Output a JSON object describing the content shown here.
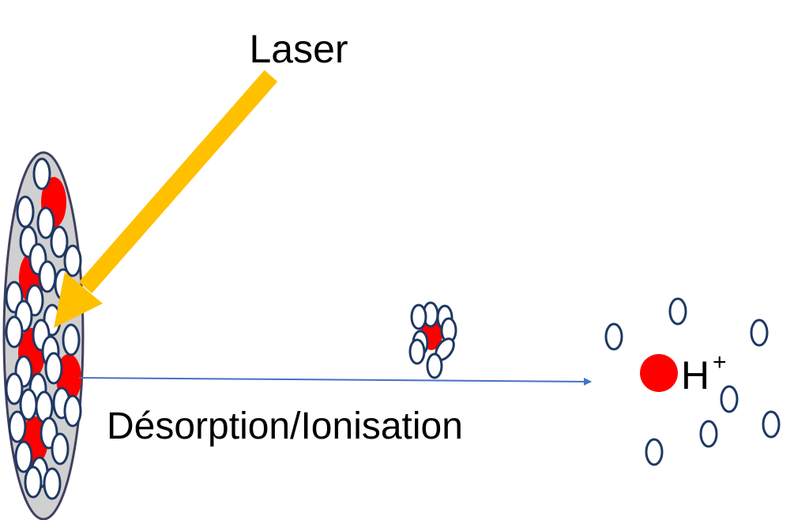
{
  "labels": {
    "laser": "Laser",
    "process": "Désorption/Ionisation",
    "ion": "H",
    "ion_charge": "+"
  },
  "colors": {
    "analyte": "#ff0000",
    "matrix_fill": "#ffffff",
    "matrix_stroke": "#1f3864",
    "plate_fill": "#d0d0d0",
    "plate_stroke": "#404060",
    "laser": "#ffc000",
    "flight_arrow": "#4472c4"
  },
  "icons": {
    "laser_beam": "laser-arrow-icon",
    "sample_plate": "sample-plate-icon",
    "desorbed_cluster": "molecule-cluster-icon",
    "flight_path": "arrow-right-icon",
    "ionized_analyte": "protonated-ion-icon"
  }
}
